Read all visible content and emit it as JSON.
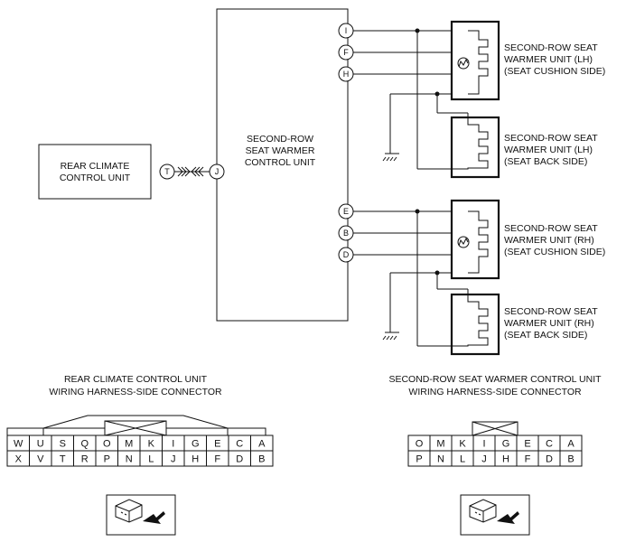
{
  "units": {
    "rear_climate": [
      "REAR CLIMATE",
      "CONTROL UNIT"
    ],
    "seat_warmer_ctrl": [
      "SECOND-ROW",
      "SEAT WARMER",
      "CONTROL UNIT"
    ],
    "lh_cushion": [
      "SECOND-ROW SEAT",
      "WARMER UNIT (LH)",
      "(SEAT CUSHION SIDE)"
    ],
    "lh_back": [
      "SECOND-ROW SEAT",
      "WARMER UNIT (LH)",
      "(SEAT BACK SIDE)"
    ],
    "rh_cushion": [
      "SECOND-ROW SEAT",
      "WARMER UNIT (RH)",
      "(SEAT CUSHION SIDE)"
    ],
    "rh_back": [
      "SECOND-ROW SEAT",
      "WARMER UNIT (RH)",
      "(SEAT BACK SIDE)"
    ]
  },
  "pins": {
    "rear_climate": "T",
    "ctrl_left": "J",
    "ctrl_upper": [
      "I",
      "F",
      "H"
    ],
    "ctrl_lower": [
      "E",
      "B",
      "D"
    ]
  },
  "connectors": {
    "left": {
      "caption": [
        "REAR CLIMATE CONTROL UNIT",
        "WIRING HARNESS-SIDE CONNECTOR"
      ],
      "row1": [
        "W",
        "U",
        "S",
        "Q",
        "O",
        "M",
        "K",
        "I",
        "G",
        "E",
        "C",
        "A"
      ],
      "row2": [
        "X",
        "V",
        "T",
        "R",
        "P",
        "N",
        "L",
        "J",
        "H",
        "F",
        "D",
        "B"
      ]
    },
    "right": {
      "caption": [
        "SECOND-ROW SEAT WARMER CONTROL UNIT",
        "WIRING HARNESS-SIDE CONNECTOR"
      ],
      "row1": [
        "O",
        "M",
        "K",
        "I",
        "G",
        "E",
        "C",
        "A"
      ],
      "row2": [
        "P",
        "N",
        "L",
        "J",
        "H",
        "F",
        "D",
        "B"
      ]
    }
  }
}
